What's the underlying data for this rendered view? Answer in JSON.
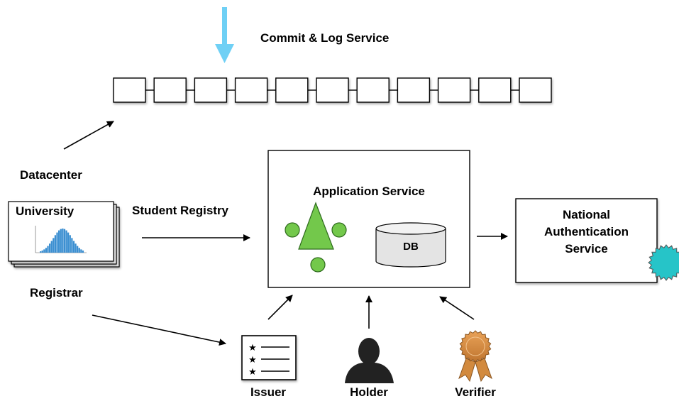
{
  "commit_log": {
    "label": "Commit & Log Service",
    "block_count": 11,
    "arrow_color": "#6fd0f5"
  },
  "datacenter": {
    "label": "Datacenter"
  },
  "university": {
    "label": "University"
  },
  "student_registry": {
    "label": "Student Registry"
  },
  "registrar": {
    "label": "Registrar"
  },
  "application_service": {
    "label": "Application Service",
    "db_label": "DB",
    "accent_color": "#73c84b"
  },
  "national_auth": {
    "line1": "National",
    "line2": "Authentication",
    "line3": "Service",
    "seal_color": "#26c4c8"
  },
  "roles": {
    "issuer": "Issuer",
    "holder": "Holder",
    "verifier": "Verifier"
  },
  "colors": {
    "medal": "#d28a3e",
    "holder_silhouette": "#222222",
    "histogram": "#3b8fd1"
  }
}
